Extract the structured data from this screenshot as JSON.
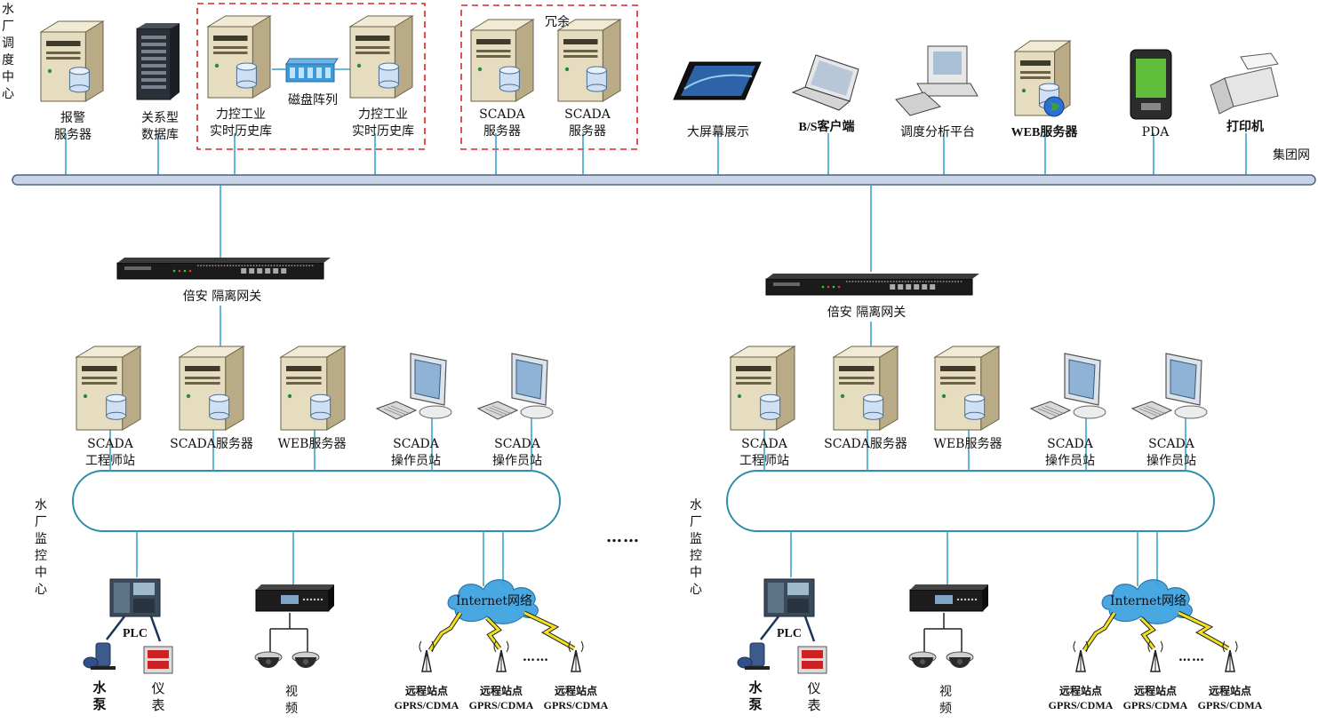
{
  "top": {
    "side_title": "水厂调度中心",
    "network_label": "集团网",
    "redundant_label": "冗余",
    "items": [
      {
        "label": "报警\n服务器"
      },
      {
        "label": "关系型\n数据库"
      },
      {
        "label": "力控工业\n实时历史库"
      },
      {
        "label": "磁盘阵列"
      },
      {
        "label": "力控工业\n实时历史库"
      },
      {
        "label": "SCADA\n服务器"
      },
      {
        "label": "SCADA\n服务器"
      },
      {
        "label": "大屏幕展示"
      },
      {
        "label": "B/S客户端"
      },
      {
        "label": "调度分析平台"
      },
      {
        "label": "WEB服务器"
      },
      {
        "label": "PDA"
      },
      {
        "label": "打印机"
      }
    ]
  },
  "gateways": [
    {
      "label": "倍安 隔离网关"
    },
    {
      "label": "倍安 隔离网关"
    }
  ],
  "plants": [
    {
      "side_title": "水厂监控中心",
      "stations": [
        "SCADA\n工程师站",
        "SCADA服务器",
        "WEB服务器",
        "SCADA\n操作员站",
        "SCADA\n操作员站"
      ],
      "plc_label": "PLC",
      "pump_label": "水\n泵",
      "meter_label": "仪\n表",
      "video_label": "视\n频",
      "internet_label": "Internet网络",
      "remote_dots": "……",
      "remote_sites": [
        {
          "label": "远程站点\nGPRS/CDMA"
        },
        {
          "label": "远程站点\nGPRS/CDMA"
        },
        {
          "label": "远程站点\nGPRS/CDMA"
        }
      ]
    },
    {
      "side_title": "水厂监控中心",
      "stations": [
        "SCADA\n工程师站",
        "SCADA服务器",
        "WEB服务器",
        "SCADA\n操作员站",
        "SCADA\n操作员站"
      ],
      "plc_label": "PLC",
      "pump_label": "水\n泵",
      "meter_label": "仪\n表",
      "video_label": "视\n频",
      "internet_label": "Internet网络",
      "remote_dots": "……",
      "remote_sites": [
        {
          "label": "远程站点\nGPRS/CDMA"
        },
        {
          "label": "远程站点\nGPRS/CDMA"
        },
        {
          "label": "远程站点\nGPRS/CDMA"
        }
      ]
    }
  ],
  "middle_dots": "……",
  "colors": {
    "backbone": "#c6d4e6",
    "backbone_edge": "#4d6383",
    "link": "#3aa6c8",
    "ring": "#2e8fae",
    "redundant_box": "#d62728",
    "server_body": "#e6dcc0",
    "server_dark": "#b8ab85",
    "cloud": "#3aa0e0",
    "lightning": "#f2e21d"
  }
}
